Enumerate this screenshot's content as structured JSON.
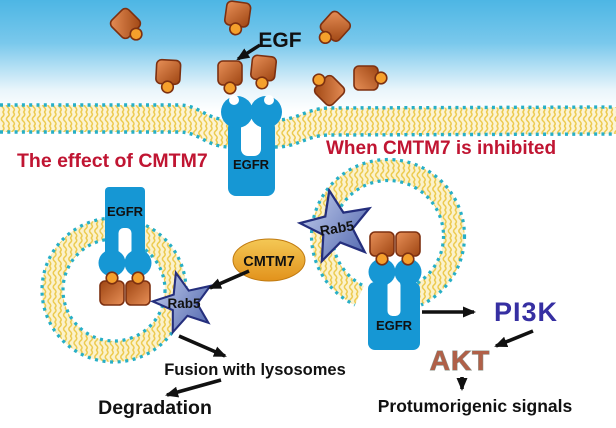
{
  "diagram": {
    "egf_label": "EGF",
    "heading_left": "The effect of CMTM7",
    "heading_right": "When CMTM7 is inhibited",
    "receptor_label_membrane": "EGFR",
    "receptor_label_left_endosome": "EGFR",
    "receptor_label_right_endosome": "EGFR",
    "rab5_left": "Rab5",
    "rab5_right": "Rab5",
    "cmtm7": "CMTM7",
    "fusion_text": "Fusion with lysosomes",
    "degradation_text": "Degradation",
    "pi3k": "PI3K",
    "akt": "AKT",
    "protumorigenic_text": "Protumorigenic signals"
  },
  "colors": {
    "heading_red": "#C01532",
    "receptor_blue": "#1697D4",
    "membrane_teal": "#27AFC7",
    "lipid_yellow": "#ECC94B",
    "egf_brown": "#9E4512",
    "egf_circle_orange": "#F5A02C",
    "cmtm7_gold": "#E9A125",
    "rab5_blue": "#5568AE",
    "pi3k_color": "#362FA2",
    "akt_color": "#B06048",
    "background_sky": "#4DB6E4",
    "text_black": "#111111"
  }
}
